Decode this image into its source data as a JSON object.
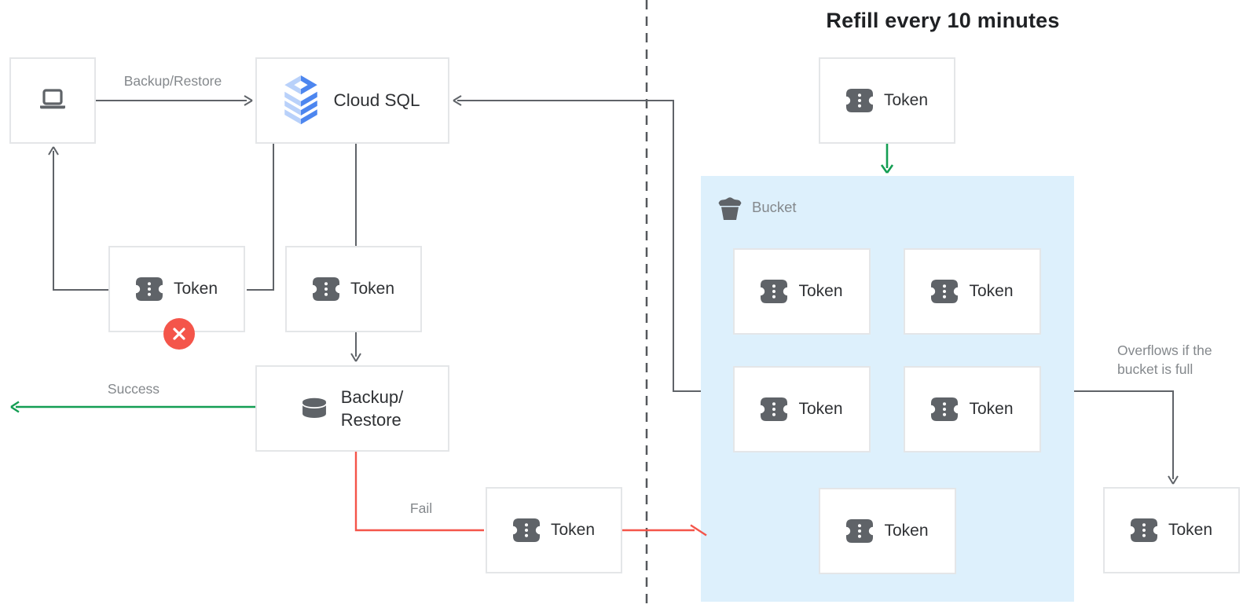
{
  "title": "Refill every 10 minutes",
  "nodes": {
    "cloud_sql": "Cloud SQL",
    "token": "Token",
    "bucket": "Bucket",
    "backup_restore": {
      "line1": "Backup/",
      "line2": "Restore"
    }
  },
  "labels": {
    "backup_restore_arrow": "Backup/Restore",
    "success": "Success",
    "fail": "Fail",
    "overflow_line1": "Overflows if the",
    "overflow_line2": "bucket is full"
  },
  "icons": {
    "client": "laptop-icon",
    "cloud_sql": "cloud-sql-stack-icon",
    "token": "ticket-icon",
    "backup_restore": "database-icon",
    "bucket": "bucket-icon",
    "error": "red-x-badge"
  },
  "colors": {
    "success_green": "#149e53",
    "fail_red": "#f4554a",
    "line_gray": "#5f6368",
    "bucket_fill": "#ddf0fc",
    "box_border": "#e4e6e8",
    "label_gray": "#84888c",
    "text_dark": "#2f3134",
    "cloudsql_blue": "#4d86ef",
    "cloudsql_light_blue": "#b9d1fa"
  }
}
